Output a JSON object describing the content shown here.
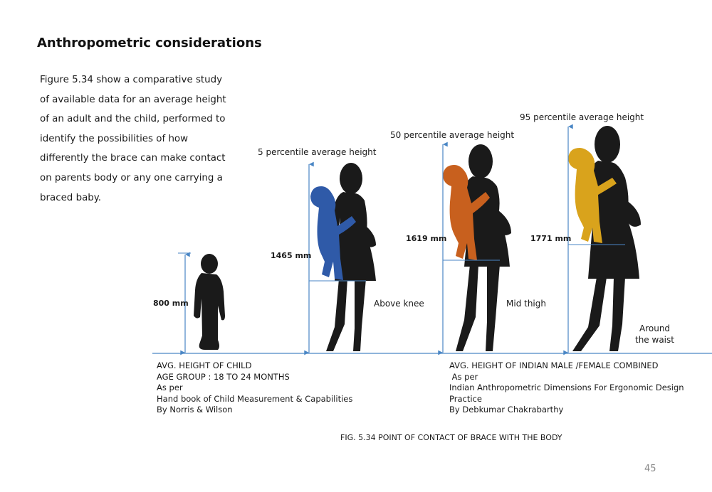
{
  "heading": "Anthropometric considerations",
  "intro_lines": [
    "Figure 5.34 show a comparative study",
    "of available data for an average height",
    "of an adult and the child, performed to",
    "identify the possibilities of how",
    "differently the brace can make contact",
    "on parents body or any one carrying a",
    "braced baby."
  ],
  "figure": {
    "child": {
      "height_label": "800 mm"
    },
    "adults": [
      {
        "percentile_label": "5 percentile average height",
        "height_label": "1465 mm",
        "contact_label": "Above knee",
        "baby_color": "#2f5aa8"
      },
      {
        "percentile_label": "50 percentile average height",
        "height_label": "1619 mm",
        "contact_label": "Mid thigh",
        "baby_color": "#c8601e"
      },
      {
        "percentile_label": "95 percentile average height",
        "height_label": "1771 mm",
        "contact_label_lines": [
          "Around",
          "the waist"
        ],
        "baby_color": "#d9a31c"
      }
    ],
    "line_color": "#4a86c5",
    "silhouette_color": "#1a1a1a"
  },
  "child_source_lines": [
    "AVG. HEIGHT OF CHILD",
    "AGE GROUP : 18 TO 24 MONTHS",
    "As per",
    "Hand book of Child Measurement & Capabilities",
    "By  Norris & Wilson"
  ],
  "adult_source_lines": [
    "AVG. HEIGHT OF INDIAN MALE /FEMALE COMBINED",
    " As per",
    "Indian Anthropometric Dimensions For Ergonomic Design",
    "Practice",
    "By Debkumar Chakrabarthy"
  ],
  "caption": "FIG. 5.34 POINT OF CONTACT OF BRACE WITH THE BODY",
  "page_number": "45"
}
